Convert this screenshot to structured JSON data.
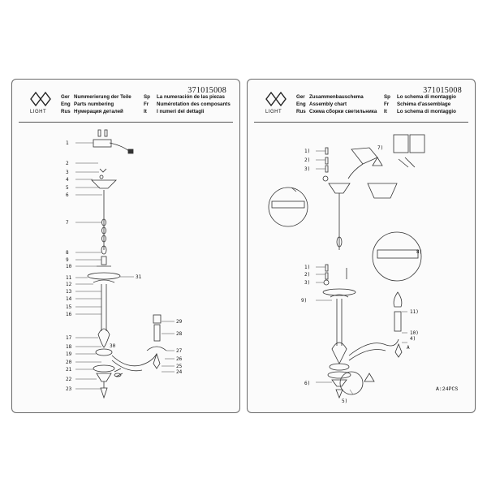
{
  "left_sheet": {
    "logo_label": "LIGHT",
    "article_code": "371015008",
    "header": [
      {
        "lang": "Ger",
        "text": "Nummerierung der Teile"
      },
      {
        "lang": "Eng",
        "text": "Parts numbering"
      },
      {
        "lang": "Rus",
        "text": "Нумерация деталей"
      }
    ],
    "header_right": [
      {
        "lang": "Sp",
        "text": "La numeración de las piezas"
      },
      {
        "lang": "Fr",
        "text": "Numérotation des composants"
      },
      {
        "lang": "It",
        "text": "I numeri del dettagli"
      }
    ],
    "part_numbers": [
      "1",
      "2",
      "3",
      "4",
      "5",
      "6",
      "7",
      "8",
      "9",
      "10",
      "11",
      "12",
      "13",
      "14",
      "15",
      "16",
      "17",
      "18",
      "19",
      "20",
      "21",
      "22",
      "23",
      "24",
      "25",
      "26",
      "27",
      "28",
      "29",
      "30",
      "31"
    ]
  },
  "right_sheet": {
    "logo_label": "LIGHT",
    "article_code": "371015008",
    "header": [
      {
        "lang": "Ger",
        "text": "Zusammenbauschema"
      },
      {
        "lang": "Eng",
        "text": "Assembly chart"
      },
      {
        "lang": "Rus",
        "text": "Схема сборки светильника"
      }
    ],
    "header_right": [
      {
        "lang": "Sp",
        "text": "Lo schema di montaggio"
      },
      {
        "lang": "Fr",
        "text": "Schéma d'assemblage"
      },
      {
        "lang": "It",
        "text": "Lo schema di montaggio"
      }
    ],
    "step_labels": [
      "1)",
      "2)",
      "3)",
      "4)",
      "5)",
      "6)",
      "7)",
      "8)",
      "9)",
      "10)",
      "11)",
      "1)",
      "2)",
      "3)",
      "A"
    ],
    "bulb_note": "A:24PCS"
  }
}
